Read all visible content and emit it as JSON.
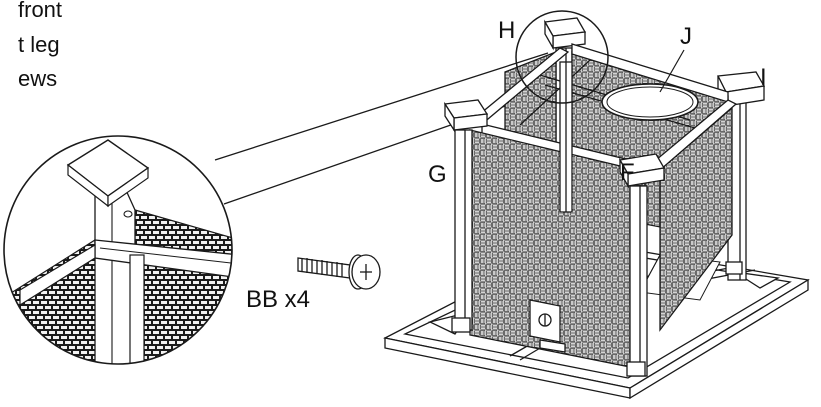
{
  "instructions": {
    "line1": "front",
    "line2": "t leg",
    "line3": "ews"
  },
  "part_labels": {
    "H": "H",
    "J": "J",
    "I": "I",
    "G": "G",
    "F": "F",
    "screw": "BB x4"
  },
  "colors": {
    "line": "#1a1a1a",
    "background": "#ffffff"
  }
}
